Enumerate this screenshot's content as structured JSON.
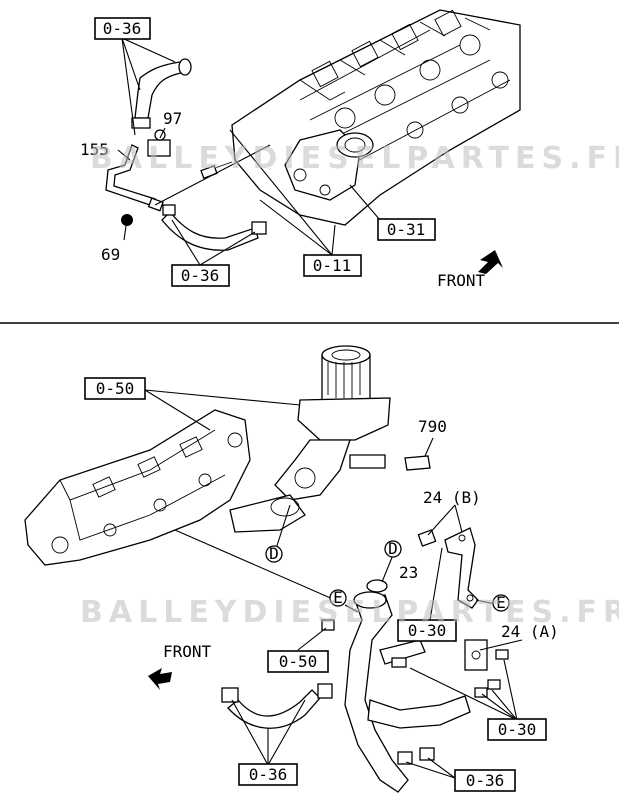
{
  "watermark": "BALLEYDIESELPARTES.FR",
  "top": {
    "labels": {
      "ref_036_a": "0-36",
      "part_97": "97",
      "part_155": "155",
      "part_69": "69",
      "ref_036_b": "0-36",
      "ref_011": "0-11",
      "ref_031": "0-31",
      "front": "FRONT"
    }
  },
  "bottom": {
    "labels": {
      "ref_050_a": "0-50",
      "part_790": "790",
      "part_24b": "24 (B)",
      "circle_d_1": "D",
      "circle_d_2": "D",
      "part_23": "23",
      "circle_e_1": "E",
      "circle_e_2": "E",
      "ref_030_a": "0-30",
      "part_24a": "24 (A)",
      "front": "FRONT",
      "ref_050_b": "0-50",
      "ref_030_b": "0-30",
      "ref_036_c": "0-36",
      "ref_036_d": "0-36"
    }
  }
}
